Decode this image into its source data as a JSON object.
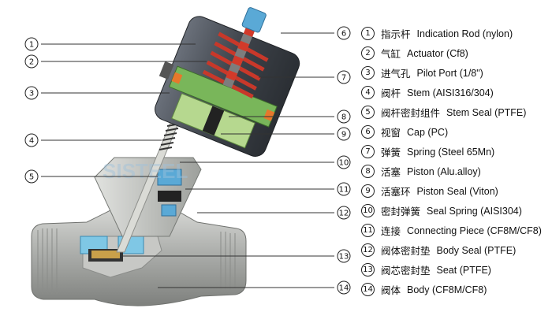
{
  "legend": [
    {
      "num": "1",
      "cn": "指示杆",
      "en": "Indication Rod (nylon)"
    },
    {
      "num": "2",
      "cn": "气缸",
      "en": "Actuator (Cf8)"
    },
    {
      "num": "3",
      "cn": "进气孔",
      "en": "Pilot Port (1/8\")"
    },
    {
      "num": "4",
      "cn": "阀杆",
      "en": "Stem (AISI316/304)"
    },
    {
      "num": "5",
      "cn": "阀杆密封组件",
      "en": "Stem Seal (PTFE)"
    },
    {
      "num": "6",
      "cn": "视窗",
      "en": "Cap (PC)"
    },
    {
      "num": "7",
      "cn": "弹簧",
      "en": "Spring (Steel 65Mn)"
    },
    {
      "num": "8",
      "cn": "活塞",
      "en": "Piston (Alu.alloy)"
    },
    {
      "num": "9",
      "cn": "活塞环",
      "en": "Piston Seal (Viton)"
    },
    {
      "num": "10",
      "cn": "密封弹簧",
      "en": "Seal Spring (AISI304)"
    },
    {
      "num": "11",
      "cn": "连接",
      "en": "Connecting Piece (CF8M/CF8)"
    },
    {
      "num": "12",
      "cn": "阀体密封垫",
      "en": "Body Seal (PTFE)"
    },
    {
      "num": "13",
      "cn": "阀芯密封垫",
      "en": "Seat (PTFE)"
    },
    {
      "num": "14",
      "cn": "阀体",
      "en": "Body (CF8M/CF8)"
    }
  ],
  "watermark": "SISTEEL",
  "colors": {
    "actuator": "#4a4f57",
    "spring": "#d23a2a",
    "piston": "#79b65a",
    "seal": "#e7782c",
    "cap": "#5aa9d6",
    "body": "#a8aaa6",
    "connector": "#bfc2bd",
    "seat": "#7fc7e5",
    "stem": "#d8d8d3"
  }
}
